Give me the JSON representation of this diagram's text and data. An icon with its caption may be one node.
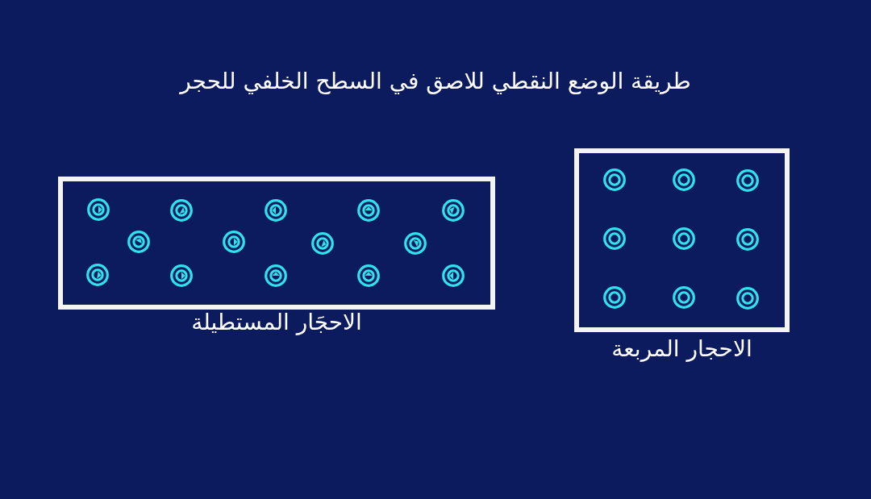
{
  "diagram": {
    "title": "طريقة الوضع النقطي للاصق في السطح الخلفي للحجر",
    "nodes": [
      {
        "text": [
          "الاحجار المربعة"
        ]
      },
      {
        "text": [
          "الاحجَار المستطيلة"
        ]
      }
    ]
  }
}
